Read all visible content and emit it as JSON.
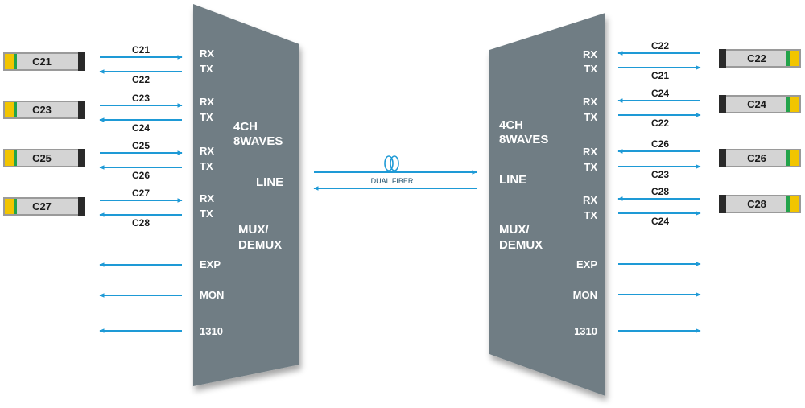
{
  "colors": {
    "panel": "#6f7d84",
    "arrow": "#1e9ad6",
    "sfp_body": "#d4d4d4",
    "sfp_yellow": "#f2c500",
    "sfp_green": "#23a34a",
    "sfp_dark": "#2a2a2a"
  },
  "left": {
    "title_line1": "4CH",
    "title_line2": "8WAVES",
    "line_label": "LINE",
    "mux_line1": "MUX/",
    "mux_line2": "DEMUX",
    "rx_label": "RX",
    "tx_label": "TX",
    "ports": [
      {
        "module": "C21",
        "rx_wave": "C21",
        "tx_wave": "C22"
      },
      {
        "module": "C23",
        "rx_wave": "C23",
        "tx_wave": "C24"
      },
      {
        "module": "C25",
        "rx_wave": "C25",
        "tx_wave": "C26"
      },
      {
        "module": "C27",
        "rx_wave": "C27",
        "tx_wave": "C28"
      }
    ],
    "extra": [
      "EXP",
      "MON",
      "1310"
    ]
  },
  "right": {
    "title_line1": "4CH",
    "title_line2": "8WAVES",
    "line_label": "LINE",
    "mux_line1": "MUX/",
    "mux_line2": "DEMUX",
    "rx_label": "RX",
    "tx_label": "TX",
    "ports": [
      {
        "module": "C22",
        "rx_wave": "C22",
        "tx_wave": "C21"
      },
      {
        "module": "C24",
        "rx_wave": "C24",
        "tx_wave": "C22"
      },
      {
        "module": "C26",
        "rx_wave": "C26",
        "tx_wave": "C23"
      },
      {
        "module": "C28",
        "rx_wave": "C28",
        "tx_wave": "C24"
      }
    ],
    "extra": [
      "EXP",
      "MON",
      "1310"
    ]
  },
  "link": {
    "label": "DUAL FIBER",
    "icon": "fiber-coil-icon"
  }
}
